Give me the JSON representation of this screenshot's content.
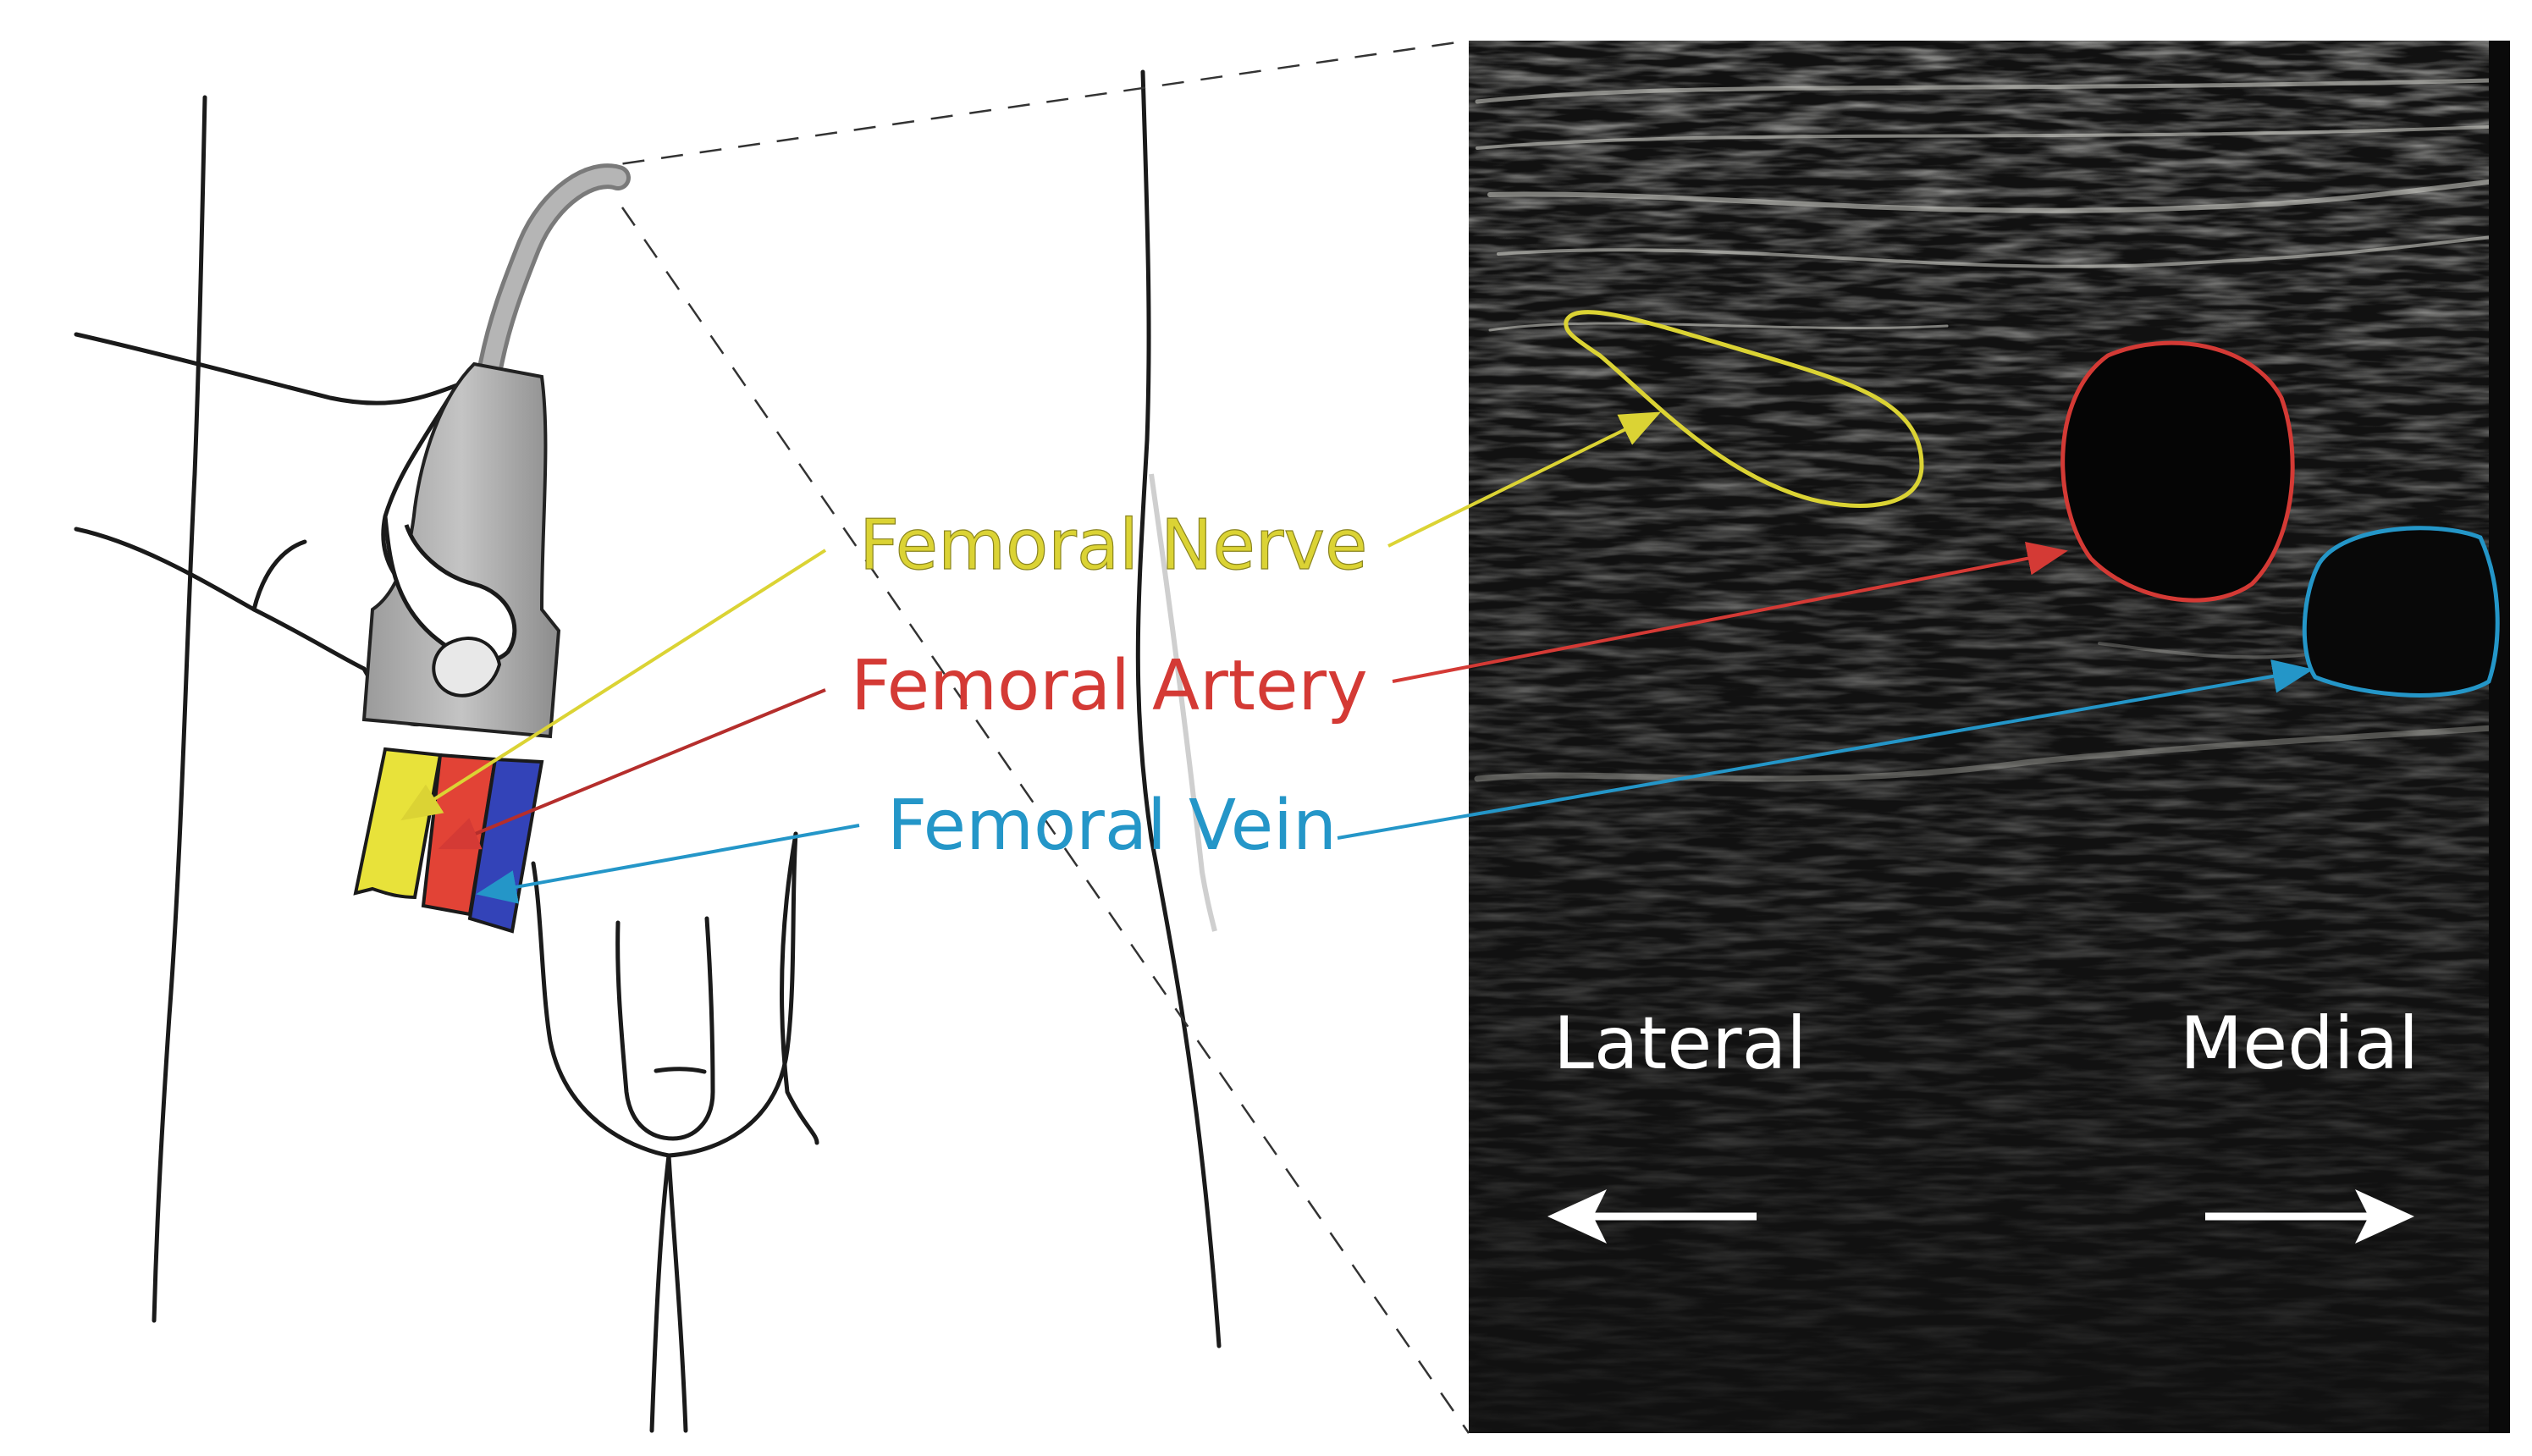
{
  "labels": {
    "nerve": "Femoral Nerve",
    "artery": "Femoral Artery",
    "vein": "Femoral Vein"
  },
  "directions": {
    "lateral": "Lateral",
    "medial": "Medial"
  },
  "colors": {
    "nerve": "#dbd334",
    "artery": "#d43a35",
    "vein": "#2496c8",
    "ultrasound_background": "#111111"
  },
  "icons": [
    "arrow-left-icon",
    "arrow-right-icon",
    "ultrasound-probe-icon",
    "hand-icon"
  ]
}
